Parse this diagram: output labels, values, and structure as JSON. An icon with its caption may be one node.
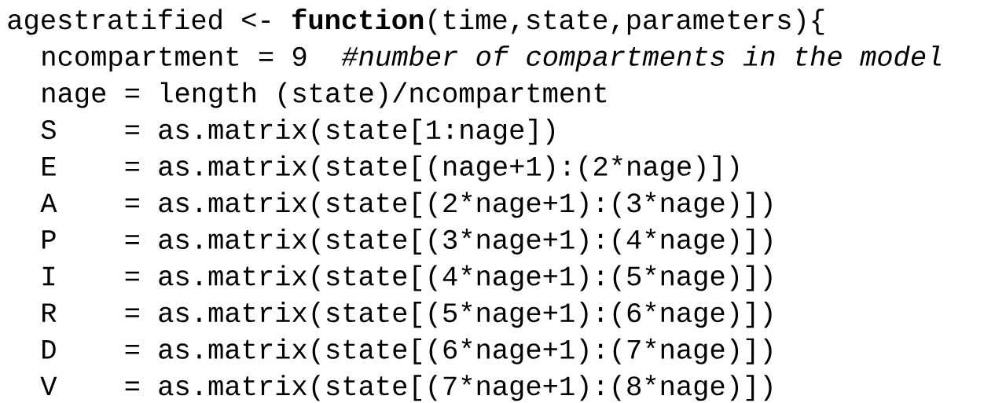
{
  "diagram": {
    "labels": [
      "agestratified <- **function**(time,state,parameters){",
      "ncompartment = 9  *#number of compartments in the model*",
      "nage = length (state)/ncompartment",
      "S    = as.matrix(state[1:nage])",
      "E    = as.matrix(state[(nage+1):(2*nage)])",
      "A    = as.matrix(state[(2*nage+1):(3*nage)])",
      "P    = as.matrix(state[(3*nage+1):(4*nage)])",
      "I    = as.matrix(state[(4*nage+1):(5*nage)])",
      "R    = as.matrix(state[(5*nage+1):(6*nage)])",
      "D    = as.matrix(state[(6*nage+1):(7*nage)])",
      "V    = as.matrix(state[(7*nage+1):(8*nage)])"
    ]
  }
}
